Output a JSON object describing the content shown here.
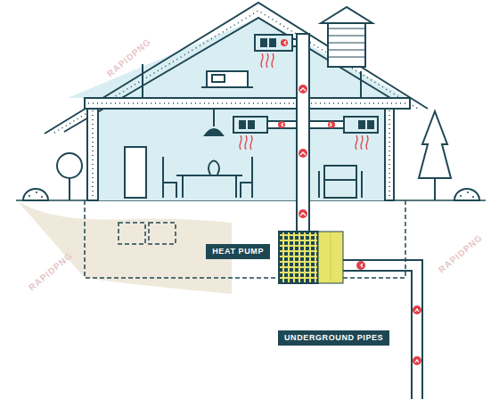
{
  "diagram": {
    "nodes": [
      {
        "text": [
          "HEAT PUMP"
        ]
      },
      {
        "text": [
          "UNDERGROUND PIPES"
        ]
      }
    ],
    "labels": [
      "RAPIDPNG",
      "RAPIDPNG",
      "RAPIDPNG"
    ]
  }
}
